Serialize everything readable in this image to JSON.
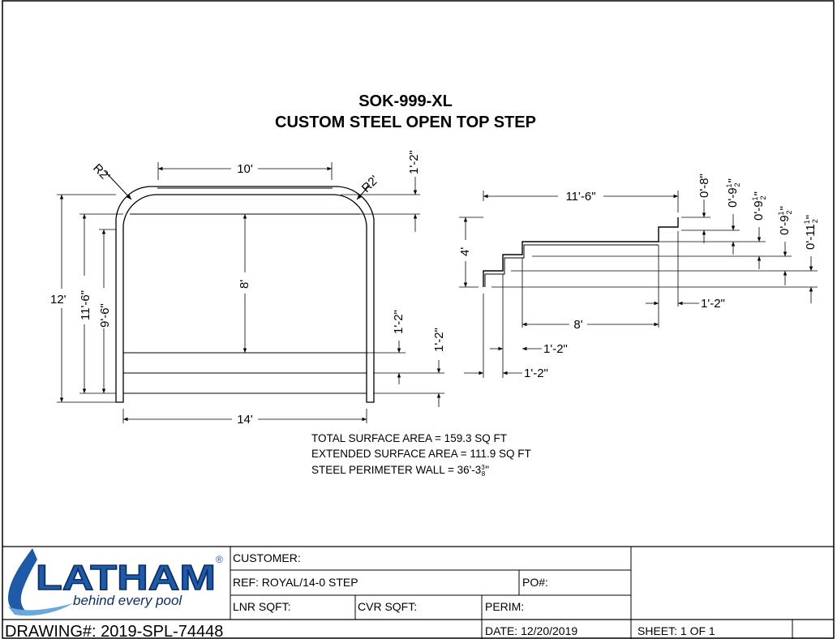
{
  "title": {
    "line1": "SOK-999-XL",
    "line2": "CUSTOM STEEL OPEN TOP STEP"
  },
  "plan_dims": {
    "radius_left": "R2'",
    "radius_right": "R2'",
    "top_width": "10'",
    "top_offset": "1'-2\"",
    "overall_length": "12'",
    "inner_length": "11'-6\"",
    "side_length": "9'-6\"",
    "center_length": "8'",
    "step1_depth": "1'-2\"",
    "step2_depth": "1'-2\"",
    "bottom_width": "14'"
  },
  "section_dims": {
    "overall": "11'-6\"",
    "height": "4'",
    "rise_1": "0'-8\"",
    "rise_2": "0'-9",
    "rise_3": "0'-9",
    "rise_4": "0'-9",
    "rise_5": "0'-11",
    "frac_num": "1",
    "frac_den": "2",
    "tread_top": "1'-2\"",
    "tread_main": "8'",
    "tread_mid": "1'-2\"",
    "tread_low": "1'-2\""
  },
  "notes": {
    "total_area": "TOTAL SURFACE AREA = 159.3 SQ FT",
    "extended_area": "EXTENDED SURFACE AREA = 111.9 SQ FT",
    "perimeter_prefix": "STEEL PERIMETER WALL = 36'-3",
    "perimeter_num": "3",
    "perimeter_den": "8",
    "perimeter_suffix": "\""
  },
  "logo": {
    "brand": "LATHAM",
    "registered": "®",
    "tagline": "behind every pool",
    "color": "#1f5aa6"
  },
  "title_block": {
    "customer_label": "CUSTOMER:",
    "ref_label": "REF:  ROYAL/14-0 STEP",
    "po_label": "PO#:",
    "lnr_label": "LNR SQFT:",
    "cvr_label": "CVR SQFT:",
    "perim_label": "PERIM:",
    "drawing_label": "DRAWING#:  2019-SPL-74448",
    "date_label": "DATE: 12/20/2019",
    "sheet_label": "SHEET:  1   OF  1"
  }
}
